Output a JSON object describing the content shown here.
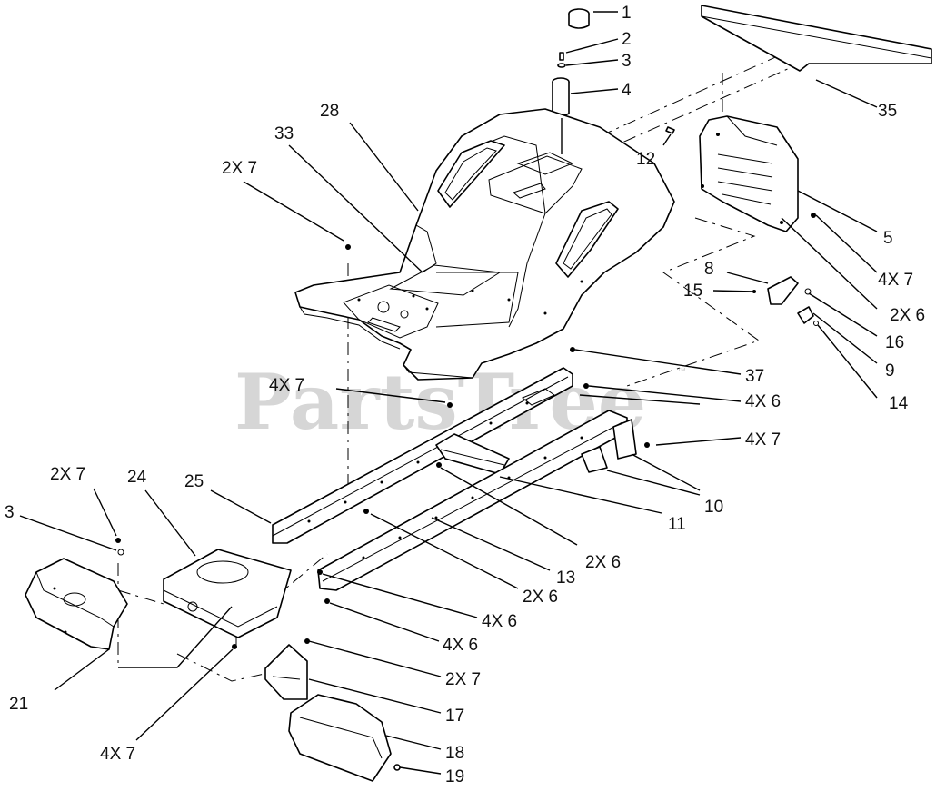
{
  "watermark": {
    "text": "PartsTree",
    "tm": "™"
  },
  "callouts": [
    {
      "id": "c1",
      "text": "1"
    },
    {
      "id": "c2",
      "text": "2"
    },
    {
      "id": "c3a",
      "text": "3"
    },
    {
      "id": "c4",
      "text": "4"
    },
    {
      "id": "c35",
      "text": "35"
    },
    {
      "id": "c28",
      "text": "28"
    },
    {
      "id": "c33",
      "text": "33"
    },
    {
      "id": "c2x7a",
      "text": "2X 7"
    },
    {
      "id": "c12",
      "text": "12"
    },
    {
      "id": "c5",
      "text": "5"
    },
    {
      "id": "c4x7a",
      "text": "4X 7"
    },
    {
      "id": "c8",
      "text": "8"
    },
    {
      "id": "c15",
      "text": "15"
    },
    {
      "id": "c2x6a",
      "text": "2X 6"
    },
    {
      "id": "c16",
      "text": "16"
    },
    {
      "id": "c9",
      "text": "9"
    },
    {
      "id": "c37",
      "text": "37"
    },
    {
      "id": "c4x7b",
      "text": "4X 7"
    },
    {
      "id": "c4x6a",
      "text": "4X 6"
    },
    {
      "id": "c14",
      "text": "14"
    },
    {
      "id": "c4x7c",
      "text": "4X 7"
    },
    {
      "id": "c2x7b",
      "text": "2X 7"
    },
    {
      "id": "c24",
      "text": "24"
    },
    {
      "id": "c25",
      "text": "25"
    },
    {
      "id": "c10",
      "text": "10"
    },
    {
      "id": "c3b",
      "text": "3"
    },
    {
      "id": "c11",
      "text": "11"
    },
    {
      "id": "c2x6b",
      "text": "2X 6"
    },
    {
      "id": "c13",
      "text": "13"
    },
    {
      "id": "c2x6c",
      "text": "2X 6"
    },
    {
      "id": "c4x6b",
      "text": "4X 6"
    },
    {
      "id": "c4x6c",
      "text": "4X 6"
    },
    {
      "id": "c21",
      "text": "21"
    },
    {
      "id": "c2x7c",
      "text": "2X 7"
    },
    {
      "id": "c17",
      "text": "17"
    },
    {
      "id": "c4x7d",
      "text": "4X 7"
    },
    {
      "id": "c18",
      "text": "18"
    },
    {
      "id": "c19",
      "text": "19"
    }
  ]
}
